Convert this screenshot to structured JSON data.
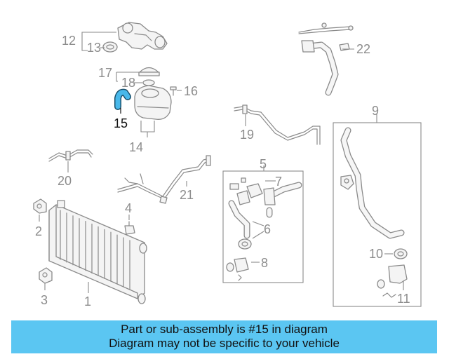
{
  "highlight_color": "#48b8ea",
  "banner_color": "#5bc6f2",
  "parts": {
    "p1": "1",
    "p2": "2",
    "p3": "3",
    "p4": "4",
    "p5": "5",
    "p6": "6",
    "p7": "7",
    "p8": "8",
    "p9": "9",
    "p10": "10",
    "p11": "11",
    "p12": "12",
    "p13": "13",
    "p14": "14",
    "p15": "15",
    "p16": "16",
    "p17": "17",
    "p18": "18",
    "p19": "19",
    "p20": "20",
    "p21": "21",
    "p22": "22"
  },
  "banner": {
    "line1": "Part or sub-assembly is #15 in diagram",
    "line2": "Diagram may not be specific to your vehicle"
  }
}
